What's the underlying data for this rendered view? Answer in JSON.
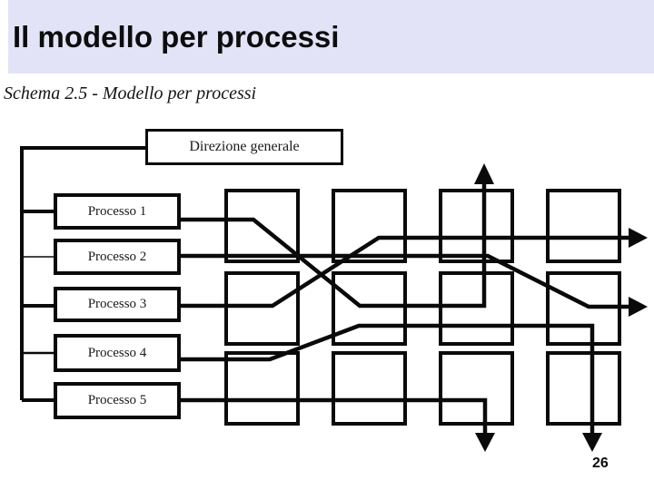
{
  "slide": {
    "title": "Il modello per processi",
    "page_number": "26"
  },
  "colors": {
    "header_band": "#e3e3f8",
    "diagram_line": "#0a0a0a"
  },
  "figure": {
    "caption": "Schema 2.5 - Modello per processi",
    "top_box_label": "Direzione generale",
    "process_labels": [
      "Processo 1",
      "Processo 2",
      "Processo 3",
      "Processo 4",
      "Processo 5"
    ]
  }
}
